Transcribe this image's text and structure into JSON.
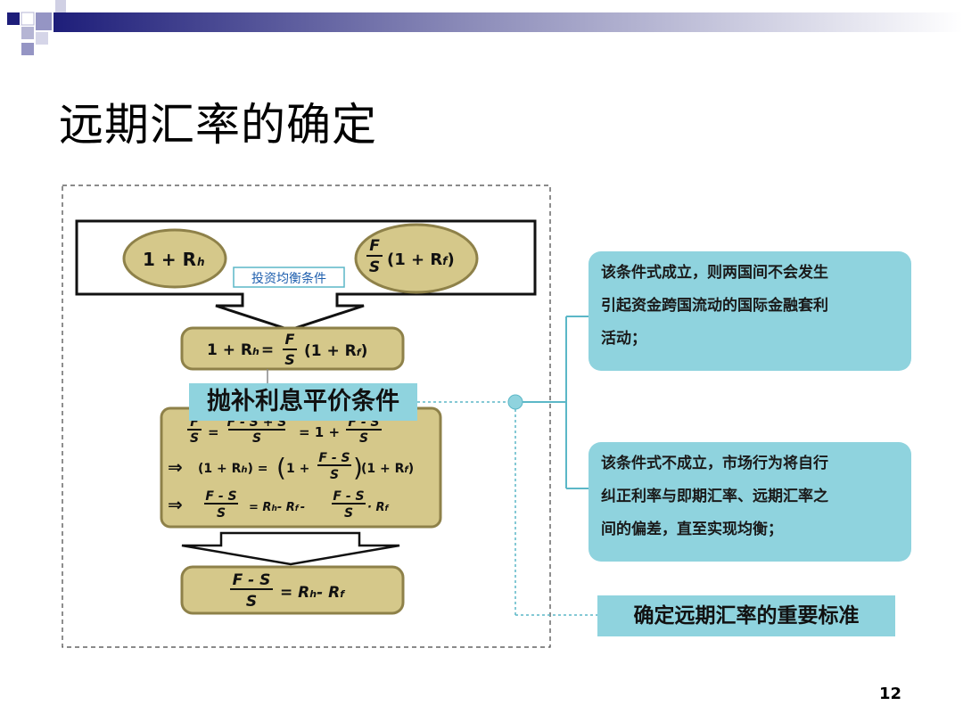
{
  "slide": {
    "title": "远期汇率的确定",
    "page_number": "12"
  },
  "diagram": {
    "oval_left": "1 + R",
    "oval_left_sub": "h",
    "oval_right_frac_num": "F",
    "oval_right_frac_den": "S",
    "oval_right_rest": "(1 + R",
    "oval_right_sub": "f",
    "oval_right_close": ")",
    "investment_label": "投资均衡条件",
    "eq1_left": "1 + R",
    "eq1_left_sub": "h",
    "eq1_eq": "=",
    "eq1_frac_num": "F",
    "eq1_frac_den": "S",
    "eq1_rest": "(1 + R",
    "eq1_sub": "f",
    "eq1_close": ")",
    "irp_label": "抛补利息平价条件",
    "row1_frac1_num": "F",
    "row1_frac1_den": "S",
    "row1_eq": "=",
    "row1_frac2_num": "F - S + S",
    "row1_frac2_den": "S",
    "row1_rest": "= 1 +",
    "row1_frac3_num": "F - S",
    "row1_frac3_den": "S",
    "row2_arrow": "⇒",
    "row2_a": "(1 + R",
    "row2_a_sub": "h",
    "row2_b": ") =",
    "row2_c": "1 +",
    "row2_frac_num": "F - S",
    "row2_frac_den": "S",
    "row2_d": "(1 + R",
    "row2_d_sub": "f",
    "row2_e": ")",
    "row3_arrow": "⇒",
    "row3_frac_num": "F - S",
    "row3_frac_den": "S",
    "row3_a": "= R",
    "row3_a_sub": "h",
    "row3_b": "- R",
    "row3_b_sub": "f",
    "row3_c": "-",
    "row3_frac2_num": "F - S",
    "row3_frac2_den": "S",
    "row3_d": "· R",
    "row3_d_sub": "f",
    "result_frac_num": "F - S",
    "result_frac_den": "S",
    "result_a": "= R",
    "result_a_sub": "h",
    "result_b": "- R",
    "result_b_sub": "f"
  },
  "callouts": {
    "holds": [
      "该条件式成立，则两国间不会发生",
      "引起资金跨国流动的国际金融套利",
      "活动；"
    ],
    "not_holds": [
      "该条件式不成立，市场行为将自行",
      "纠正利率与即期汇率、远期汇率之",
      "间的偏差，直至实现均衡；"
    ],
    "standard_label": "确定远期汇率的重要标准"
  },
  "colors": {
    "olive": "#d5c88a",
    "olive_border": "#8e8149",
    "cyan": "#8fd3de",
    "connector": "#5bb7c7"
  }
}
